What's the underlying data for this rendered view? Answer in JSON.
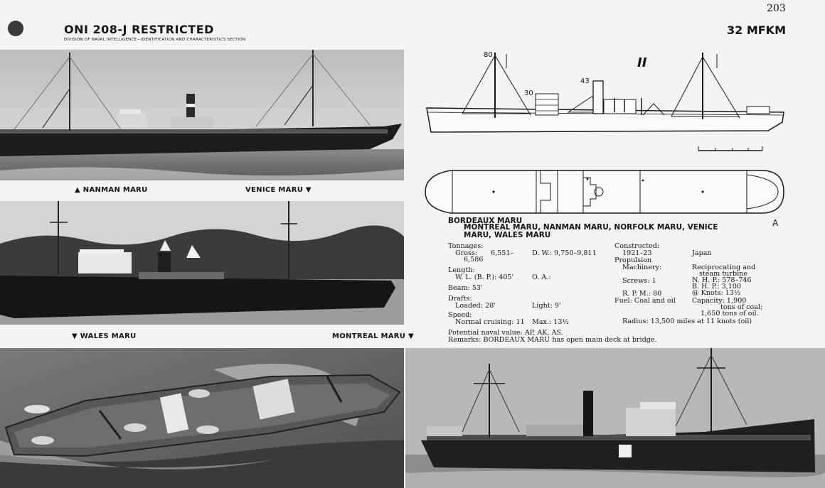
{
  "header": {
    "page_number": "203",
    "title": "ONI 208-J RESTRICTED",
    "subtitle": "DIVISION OF NAVAL INTELLIGENCE—IDENTIFICATION AND CHARACTERISTICS SECTION",
    "code": "32 MFKM"
  },
  "captions": {
    "top_left": "▲ NANMAN MARU",
    "top_right": "VENICE MARU ▼",
    "mid_left": "▼ WALES MARU",
    "mid_right": "MONTREAL MARU ▼"
  },
  "drawing": {
    "label_80": "80",
    "label_30": "30",
    "label_43": "43",
    "label_II": "II",
    "label_A": "A"
  },
  "specs": {
    "ship_main": "BORDEAUX MARU",
    "ships_other_line1": "MONTREAL MARU, NANMAN MARU, NORFOLK MARU, VENICE",
    "ships_other_line2": "MARU, WALES MARU",
    "tonnages_label": "Tonnages:",
    "gross_label": "Gross:",
    "gross_value1": "6,551–",
    "gross_value2": "6,586",
    "dw": "D. W.: 9,750–9,811",
    "length_label": "Length:",
    "wl": "W. L. (B. P.): 405'",
    "oa": "O. A.:",
    "beam": "Beam: 53'",
    "drafts_label": "Drafts:",
    "loaded": "Loaded: 28'",
    "light": "Light: 9'",
    "speed_label": "Speed:",
    "normal": "Normal cruising: 11",
    "max": "Max.: 13½",
    "constructed_label": "Constructed:",
    "constructed_years": "1921–23",
    "constructed_place": "Japan",
    "propulsion_label": "Propulsion",
    "machinery_label": "Machinery:",
    "machinery_value1": "Reciprocating and",
    "machinery_value2": "steam turbine",
    "nhp": "N. H. P.: 578–746",
    "screws": "Screws: 1",
    "bhp": "B. H. P.: 3,100",
    "knots": "@ Knots: 13½",
    "rpm": "R. P. M.: 80",
    "fuel": "Fuel: Coal and oil",
    "capacity1": "Capacity:        1,900",
    "capacity2": "tons of coal;",
    "capacity3": "1,650 tons of oil.",
    "radius": "Radius: 13,500 miles at 11 knots (oil)",
    "naval_value": "Potential naval value: AP, AK, AS.",
    "remarks": "Remarks: BORDEAUX MARU has open main deck at bridge."
  }
}
